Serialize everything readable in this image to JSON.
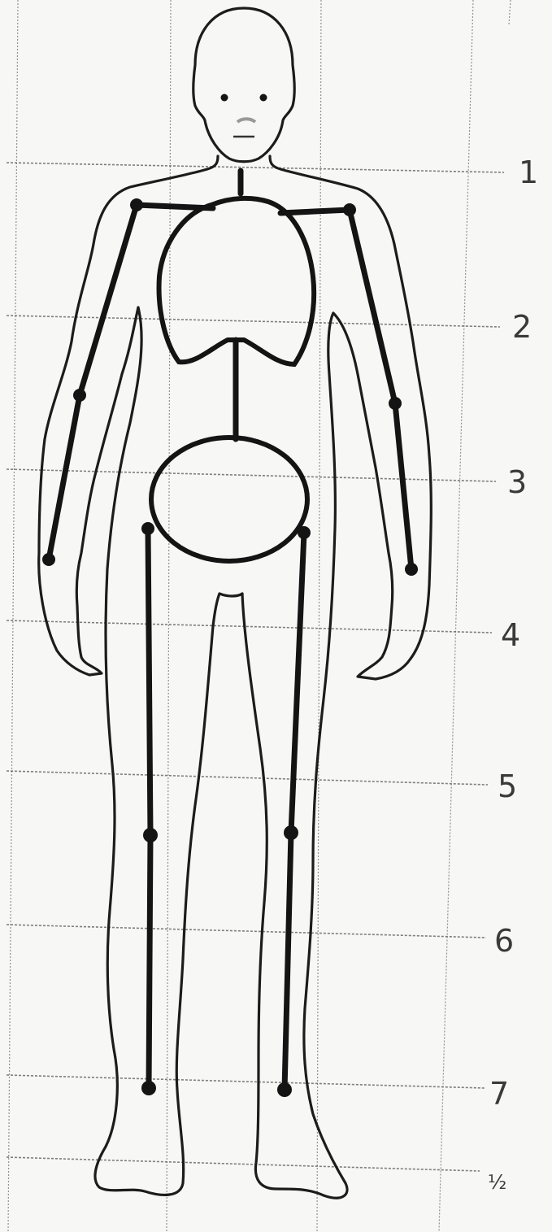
{
  "figure": {
    "subject": "human-figure-proportion-diagram",
    "unit": "head",
    "head_count": 7.5,
    "scale_labels": [
      "1",
      "2",
      "3",
      "4",
      "5",
      "6",
      "7",
      "½"
    ],
    "ink_color": "#141414",
    "grid_color": "#555555",
    "paper_color": "#f7f7f5"
  }
}
